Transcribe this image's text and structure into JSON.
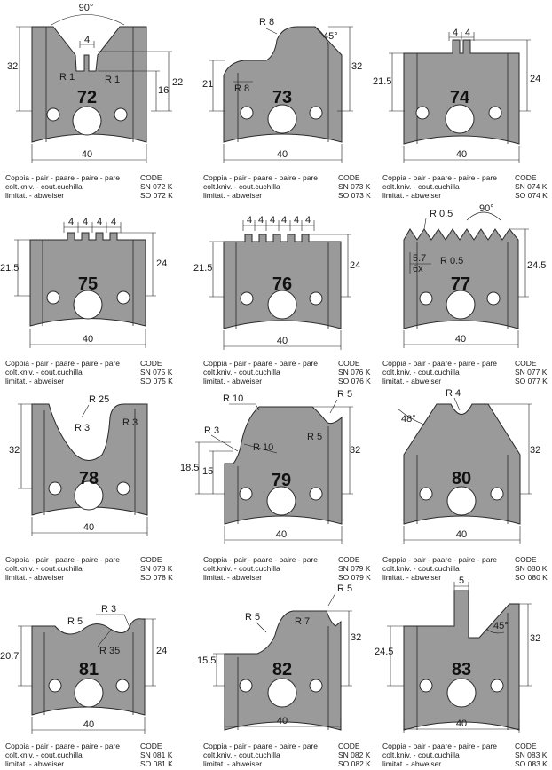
{
  "caption": {
    "line1": "Coppia - pair - paare - paire - pare",
    "line2": "colt.kniv. - cout.cuchilla",
    "line3": "limitat. - abweiser",
    "code_label": "CODE"
  },
  "profiles": [
    {
      "num": "72",
      "sn": "SN 072 K",
      "so": "SO 072 K",
      "dims": [
        "90°",
        "4",
        "R 1",
        "R 1",
        "32",
        "16",
        "22",
        "40"
      ]
    },
    {
      "num": "73",
      "sn": "SN 073 K",
      "so": "SO 073 K",
      "dims": [
        "R 8",
        "45°",
        "21",
        "R 8",
        "32",
        "40"
      ]
    },
    {
      "num": "74",
      "sn": "SN 074 K",
      "so": "SO 074 K",
      "dims": [
        "4",
        "4",
        "21.5",
        "24",
        "40"
      ]
    },
    {
      "num": "75",
      "sn": "SN 075 K",
      "so": "SO 075 K",
      "dims": [
        "4",
        "4",
        "4",
        "4",
        "21.5",
        "24",
        "40"
      ]
    },
    {
      "num": "76",
      "sn": "SN 076 K",
      "so": "SO 076 K",
      "dims": [
        "4",
        "4",
        "4",
        "4",
        "4",
        "4",
        "21.5",
        "24",
        "40"
      ]
    },
    {
      "num": "77",
      "sn": "SN 077 K",
      "so": "SO 077 K",
      "dims": [
        "R 0.5",
        "90°",
        "5.7",
        "6x",
        "R 0.5",
        "24.5",
        "40"
      ]
    },
    {
      "num": "78",
      "sn": "SN 078 K",
      "so": "SO 078 K",
      "dims": [
        "R 25",
        "R 3",
        "R 3",
        "32",
        "40"
      ]
    },
    {
      "num": "79",
      "sn": "SN 079 K",
      "so": "SO 079 K",
      "dims": [
        "R 10",
        "R 5",
        "R 3",
        "R 10",
        "R 5",
        "18.5",
        "15",
        "32",
        "40"
      ]
    },
    {
      "num": "80",
      "sn": "SN 080 K",
      "so": "SO 080 K",
      "dims": [
        "R 4",
        "48°",
        "32",
        "40"
      ]
    },
    {
      "num": "81",
      "sn": "SN 081 K",
      "so": "SO 081 K",
      "dims": [
        "R 3",
        "R 5",
        "R 35",
        "20.7",
        "24",
        "40"
      ]
    },
    {
      "num": "82",
      "sn": "SN 082 K",
      "so": "SO 082 K",
      "dims": [
        "R 5",
        "R 5",
        "R 7",
        "15.5",
        "32",
        "40"
      ]
    },
    {
      "num": "83",
      "sn": "SN 083 K",
      "so": "SO 083 K",
      "dims": [
        "5",
        "24.5",
        "45°",
        "32",
        "40"
      ]
    }
  ]
}
